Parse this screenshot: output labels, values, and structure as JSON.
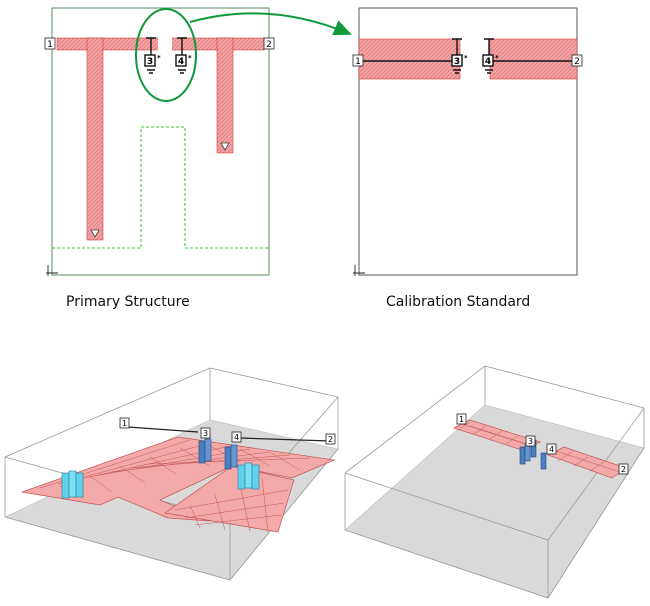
{
  "captions": {
    "primary": "Primary Structure",
    "calibration": "Calibration Standard"
  },
  "port_labels": {
    "p1": "1",
    "p2": "2",
    "p3": "3",
    "p4": "4"
  },
  "colors": {
    "conductor_fill": "#f3a3a3",
    "conductor_stroke": "#d63a3a",
    "highlight_ring": "#0e9a3a",
    "cutout_dash": "#37c437",
    "box_outline": "#6a8a6a",
    "via_blue": "#4a7fc1",
    "via_cyan": "#5fd3ee",
    "ground_plane": "#d9d9d9"
  }
}
